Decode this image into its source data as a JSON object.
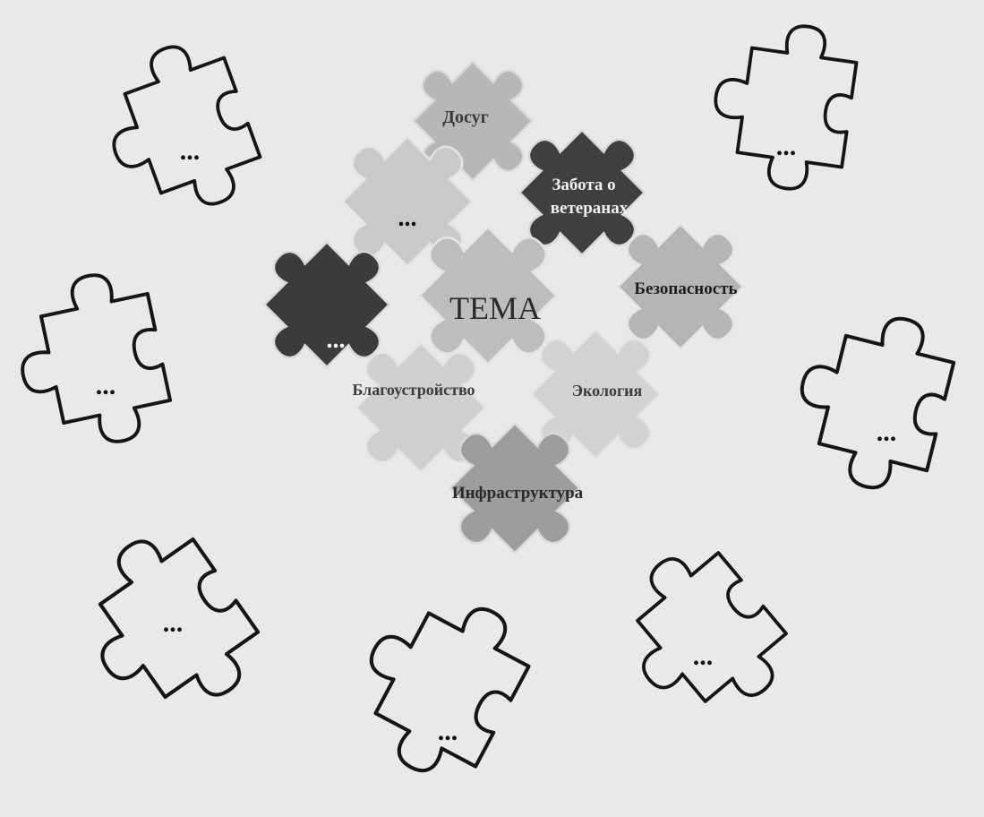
{
  "diagram": {
    "center_label": "ТЕМА",
    "topics": {
      "leisure": "Досуг",
      "veterans_line1": "Забота о",
      "veterans_line2": "ветеранах",
      "safety": "Безопасность",
      "landscaping": "Благоустройство",
      "ecology": "Экология",
      "infrastructure": "Инфраструктура"
    },
    "placeholder": "...",
    "colors": {
      "page": "#e9e9e7",
      "light_piece": "#c9c9c7",
      "mid_piece": "#a9a9a7",
      "dark_piece": "#3f3f3d",
      "outline": "#151515"
    }
  }
}
